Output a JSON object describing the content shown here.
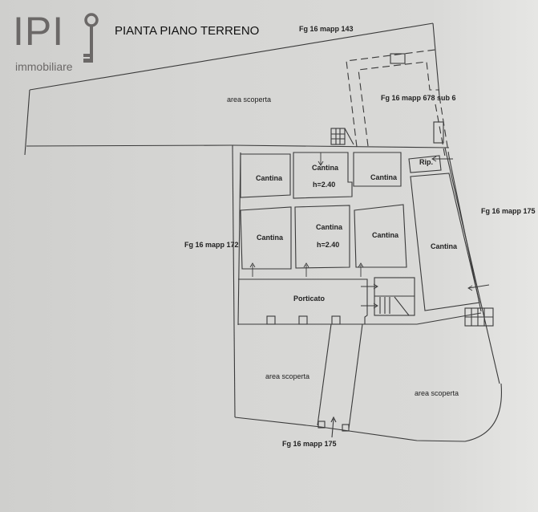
{
  "logo": {
    "letters": "IPI",
    "subtitle": "immobiliare",
    "icon": "key-icon"
  },
  "title": "PIANTA PIANO TERRENO",
  "labels": {
    "fg143": "Fg 16 mapp 143",
    "fg678": "Fg 16 mapp 678 sub 6",
    "fg172": "Fg 16 mapp 172",
    "fg175_right": "Fg 16 mapp 175",
    "fg175_bottom": "Fg 16 mapp 175",
    "area_top": "area scoperta",
    "area_bottom_left": "area scoperta",
    "area_bottom_right": "area scoperta"
  },
  "rooms": [
    {
      "name": "Cantina",
      "height": ""
    },
    {
      "name": "Cantina",
      "height": "h=2.40"
    },
    {
      "name": "Cantina",
      "height": ""
    },
    {
      "name": "Cantina",
      "height": ""
    },
    {
      "name": "Cantina",
      "height": "h=2.40"
    },
    {
      "name": "Cantina",
      "height": ""
    },
    {
      "name": "Cantina",
      "height": ""
    },
    {
      "name": "Rip.",
      "height": ""
    },
    {
      "name": "Porticato",
      "height": ""
    }
  ],
  "colors": {
    "ink": "#3a3a3a",
    "paper": "#d6d6d4",
    "logo": "#6b6867"
  }
}
